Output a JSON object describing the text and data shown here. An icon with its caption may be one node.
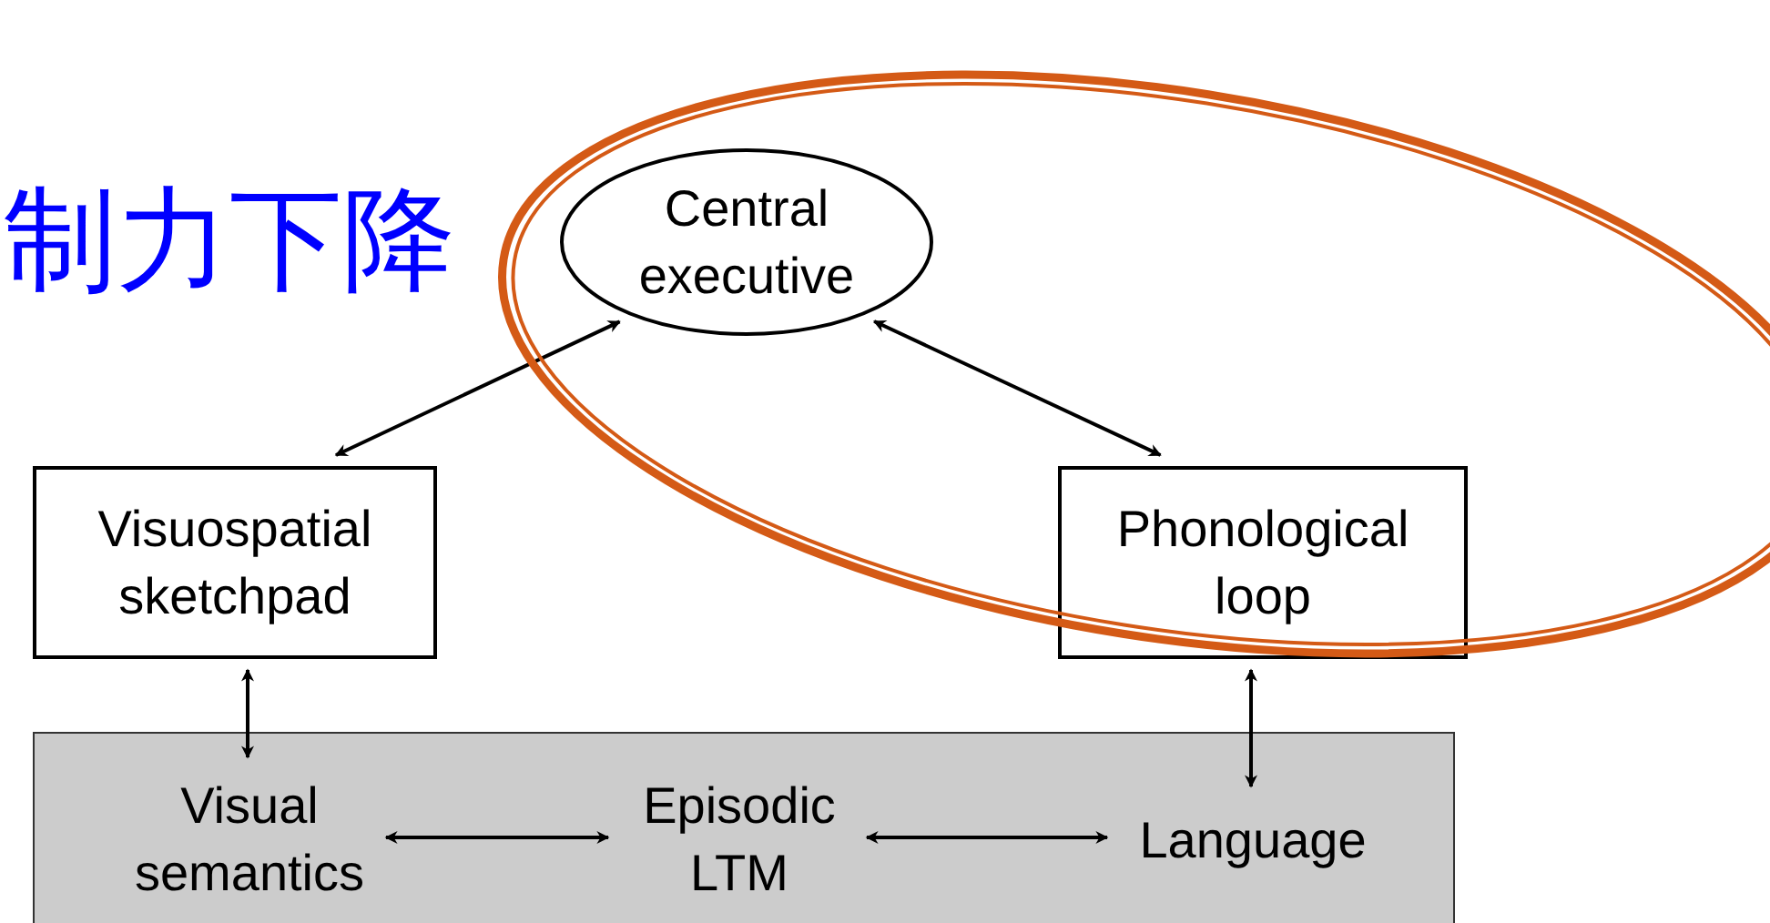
{
  "diagram": {
    "title": "制力下降",
    "nodes": [
      {
        "text": [
          "Central executive"
        ]
      },
      {
        "text": [
          "Visuospatial sketchpad"
        ]
      },
      {
        "text": [
          "Phonological loop"
        ]
      },
      {
        "text": [],
        "shape": "box"
      },
      {
        "text": [
          "Visual semantics"
        ],
        "in": 3
      },
      {
        "text": [
          "Episodic LTM"
        ],
        "in": 3
      },
      {
        "text": [
          "Language"
        ],
        "in": 3
      }
    ],
    "edges": [
      {
        "from": 0,
        "to": 1,
        "arrow": "both"
      },
      {
        "from": 0,
        "to": 2,
        "arrow": "both"
      },
      {
        "from": 1,
        "to": 4,
        "arrow": "both"
      },
      {
        "from": 2,
        "to": 6,
        "arrow": "both"
      },
      {
        "from": 4,
        "to": 5,
        "arrow": "both"
      },
      {
        "from": 5,
        "to": 6,
        "arrow": "both"
      }
    ]
  }
}
